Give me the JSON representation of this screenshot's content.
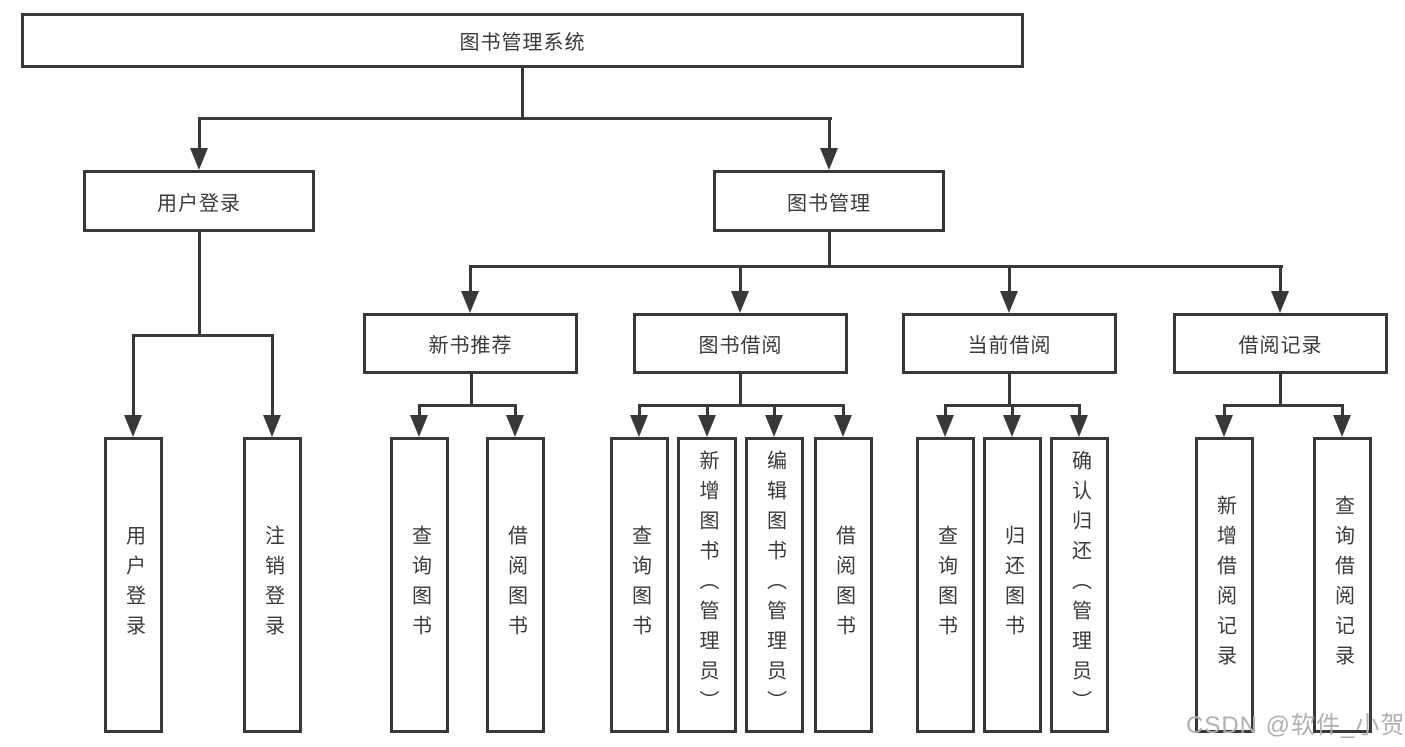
{
  "tree": {
    "root": "图书管理系统",
    "branches": [
      {
        "label": "用户登录",
        "children": [
          "用户登录",
          "注销登录"
        ]
      },
      {
        "label": "图书管理",
        "groups": [
          {
            "label": "新书推荐",
            "children": [
              "查询图书",
              "借阅图书"
            ]
          },
          {
            "label": "图书借阅",
            "children": [
              "查询图书",
              "新增图书（管理员）",
              "编辑图书（管理员）",
              "借阅图书"
            ]
          },
          {
            "label": "当前借阅",
            "children": [
              "查询图书",
              "归还图书",
              "确认归还（管理员）"
            ]
          },
          {
            "label": "借阅记录",
            "children": [
              "新增借阅记录",
              "查询借阅记录"
            ]
          }
        ]
      }
    ]
  },
  "watermark": {
    "text": "CSDN @软件_小贺同学"
  },
  "colors": {
    "line": "#383838",
    "text": "#3a3a3a",
    "watermark": "#b0b0b0",
    "background": "#ffffff"
  }
}
